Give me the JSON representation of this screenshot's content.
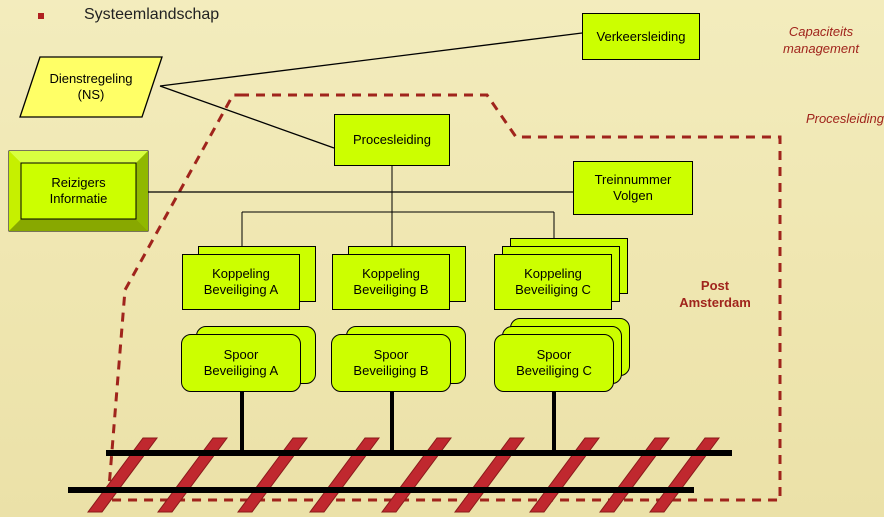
{
  "heading": "Systeemlandschap",
  "labels": {
    "capaciteit": "Capaciteits\nmanagement",
    "procesleiding_region": "Procesleiding",
    "post": "Post\nAmsterdam"
  },
  "nodes": {
    "verkeersleiding": "Verkeersleiding",
    "dienstregeling": "Dienstregeling\n(NS)",
    "procesleiding": "Procesleiding",
    "reizigers": "Reizigers\nInformatie",
    "treinnummer": "Treinnummer\nVolgen",
    "koppeling_a": "Koppeling\nBeveiliging A",
    "koppeling_b": "Koppeling\nBeveiliging B",
    "koppeling_c": "Koppeling\nBeveiliging C",
    "spoor_a": "Spoor\nBeveiliging A",
    "spoor_b": "Spoor\nBeveiliging B",
    "spoor_c": "Spoor\nBeveiliging C"
  },
  "colors": {
    "node_fill": "#ccff00",
    "dienstregeling_fill": "#ffff66",
    "dashed_region": "#a0241c",
    "sleepers": "#c0282f",
    "rails": "#000000"
  }
}
